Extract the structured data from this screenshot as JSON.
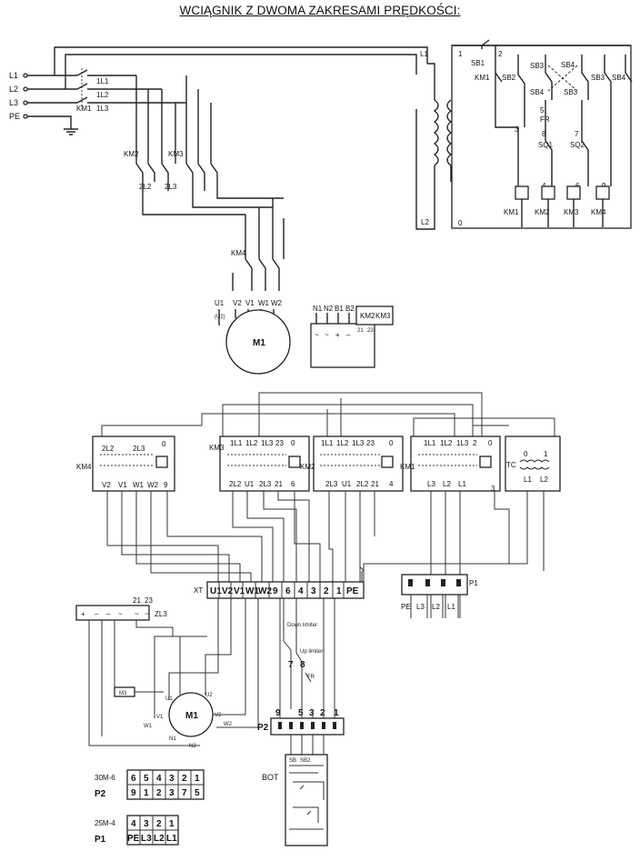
{
  "title": "WCIĄGNIK Z DWOMA ZAKRESAMI PRĘDKOŚCI:",
  "power": {
    "phases": [
      "L1",
      "L2",
      "L3",
      "PE"
    ],
    "main_contacts": [
      "1L1",
      "1L2",
      "1L3"
    ],
    "main_contactor": "KM1",
    "speed_contactors": [
      "KM2",
      "KM3"
    ],
    "speed_outputs": [
      "2L2",
      "2L3"
    ],
    "brake_contactor": "KM4",
    "motor_terminals": [
      "U1",
      "V2",
      "V1",
      "W1",
      "W2"
    ],
    "motor_note": "(U2)",
    "motor": "M1",
    "transformer_taps": [
      "L1",
      "L2"
    ]
  },
  "control": {
    "node_labels": [
      "1",
      "2",
      "3",
      "4",
      "5",
      "6",
      "7",
      "8",
      "9",
      "0"
    ],
    "switches": [
      "SB1",
      "SB2",
      "SB3",
      "SB4",
      "SB4",
      "SB3",
      "SB3",
      "SB4",
      "FR",
      "SQ1",
      "SQ2"
    ],
    "hold_contact": "KM1",
    "coils": [
      "KM1",
      "KM2",
      "KM3",
      "KM4"
    ]
  },
  "brake_unit": {
    "terminals": [
      "N1",
      "N2",
      "B1",
      "B2"
    ],
    "contacts": [
      "KM2",
      "KM3"
    ],
    "contact_numbers": [
      "21",
      "23"
    ],
    "symbols": [
      "~",
      "~",
      "+",
      "–"
    ]
  },
  "wiring": {
    "contactor_km4": {
      "label": "KM4",
      "top": [
        "2L2",
        "2L3",
        "0"
      ],
      "bottom": [
        "V2",
        "V1",
        "W1",
        "W2",
        "9"
      ]
    },
    "contactor_km3": {
      "label": "KM3",
      "top": [
        "1L1",
        "1L2",
        "1L3",
        "23",
        "0"
      ],
      "bottom": [
        "2L2",
        "U1",
        "2L3",
        "21",
        "6"
      ]
    },
    "contactor_km2": {
      "label": "KM2",
      "top": [
        "1L1",
        "1L2",
        "1L3",
        "23",
        "0"
      ],
      "bottom": [
        "2L3",
        "U1",
        "2L2",
        "21",
        "4"
      ]
    },
    "contactor_km1": {
      "label": "KM1",
      "top": [
        "1L1",
        "1L2",
        "1L3",
        "2",
        "0"
      ],
      "bottom": [
        "L3",
        "L2",
        "L1",
        "3"
      ]
    },
    "transformer": {
      "label": "TC",
      "top": [
        "0",
        "1"
      ],
      "bottom": [
        "L1",
        "L2"
      ]
    },
    "terminal_strip": {
      "label": "XT",
      "terminals": [
        "U1",
        "V2",
        "V1",
        "W1",
        "W2",
        "9",
        "6",
        "4",
        "3",
        "2",
        "1",
        "PE"
      ]
    },
    "connector_p1": {
      "label": "P1",
      "terminals": [
        "PE",
        "L3",
        "L2",
        "L1"
      ]
    },
    "rectifier": {
      "terminals": [
        "+",
        "–",
        "–",
        "~"
      ],
      "label": "ZL3",
      "numbers": [
        "21",
        "23"
      ],
      "marks": [
        "~",
        "~"
      ]
    },
    "limits": {
      "down": "Down limiter",
      "up": "Up limiter",
      "numbers": [
        "7",
        "8"
      ],
      "fr": "FR"
    },
    "motor": {
      "label": "M1",
      "terminals": [
        "U1",
        "V1",
        "W1",
        "W2",
        "V2",
        "U2",
        "N1",
        "N2"
      ],
      "brake": "M3"
    },
    "connector_p2": {
      "label": "P2",
      "numbers": [
        "9",
        "5",
        "3",
        "2",
        "1"
      ]
    },
    "pendant": {
      "label": "BOT",
      "buttons": [
        "SB",
        "SB2"
      ]
    }
  },
  "pin_tables": [
    {
      "code": "30M-6",
      "label": "P2",
      "row1": [
        "6",
        "5",
        "4",
        "3",
        "2",
        "1"
      ],
      "row2": [
        "9",
        "1",
        "2",
        "3",
        "7",
        "5"
      ]
    },
    {
      "code": "25M-4",
      "label": "P1",
      "row1": [
        "4",
        "3",
        "2",
        "1"
      ],
      "row2": [
        "PE",
        "L3",
        "L2",
        "L1"
      ]
    }
  ]
}
